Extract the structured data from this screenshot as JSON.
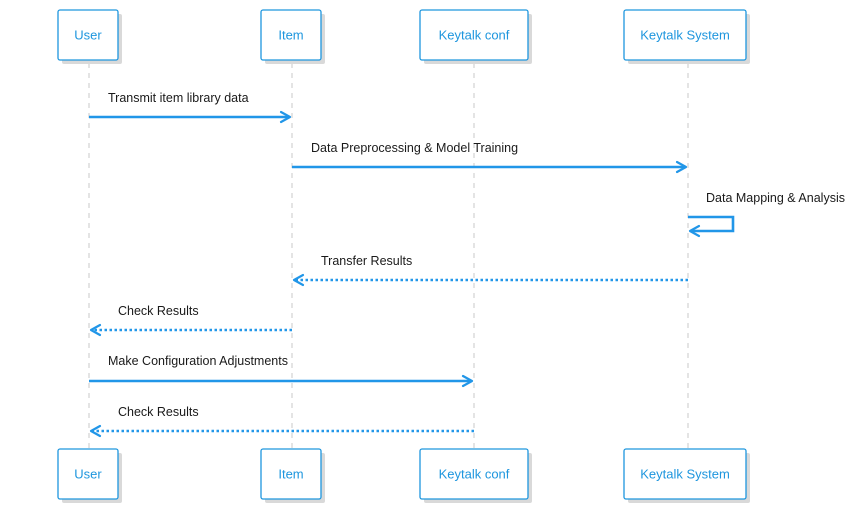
{
  "participants": [
    {
      "id": "user",
      "label": "User"
    },
    {
      "id": "item",
      "label": "Item"
    },
    {
      "id": "conf",
      "label": "Keytalk conf"
    },
    {
      "id": "system",
      "label": "Keytalk System"
    }
  ],
  "messages": [
    {
      "from": "user",
      "to": "item",
      "label": "Transmit item library data",
      "style": "solid"
    },
    {
      "from": "item",
      "to": "system",
      "label": "Data Preprocessing & Model Training",
      "style": "solid"
    },
    {
      "from": "system",
      "to": "system",
      "label": "Data Mapping & Analysis",
      "style": "solid"
    },
    {
      "from": "system",
      "to": "item",
      "label": "Transfer Results",
      "style": "dotted"
    },
    {
      "from": "item",
      "to": "user",
      "label": "Check Results",
      "style": "dotted"
    },
    {
      "from": "user",
      "to": "conf",
      "label": "Make Configuration Adjustments",
      "style": "solid"
    },
    {
      "from": "conf",
      "to": "user",
      "label": "Check Results",
      "style": "dotted"
    }
  ]
}
